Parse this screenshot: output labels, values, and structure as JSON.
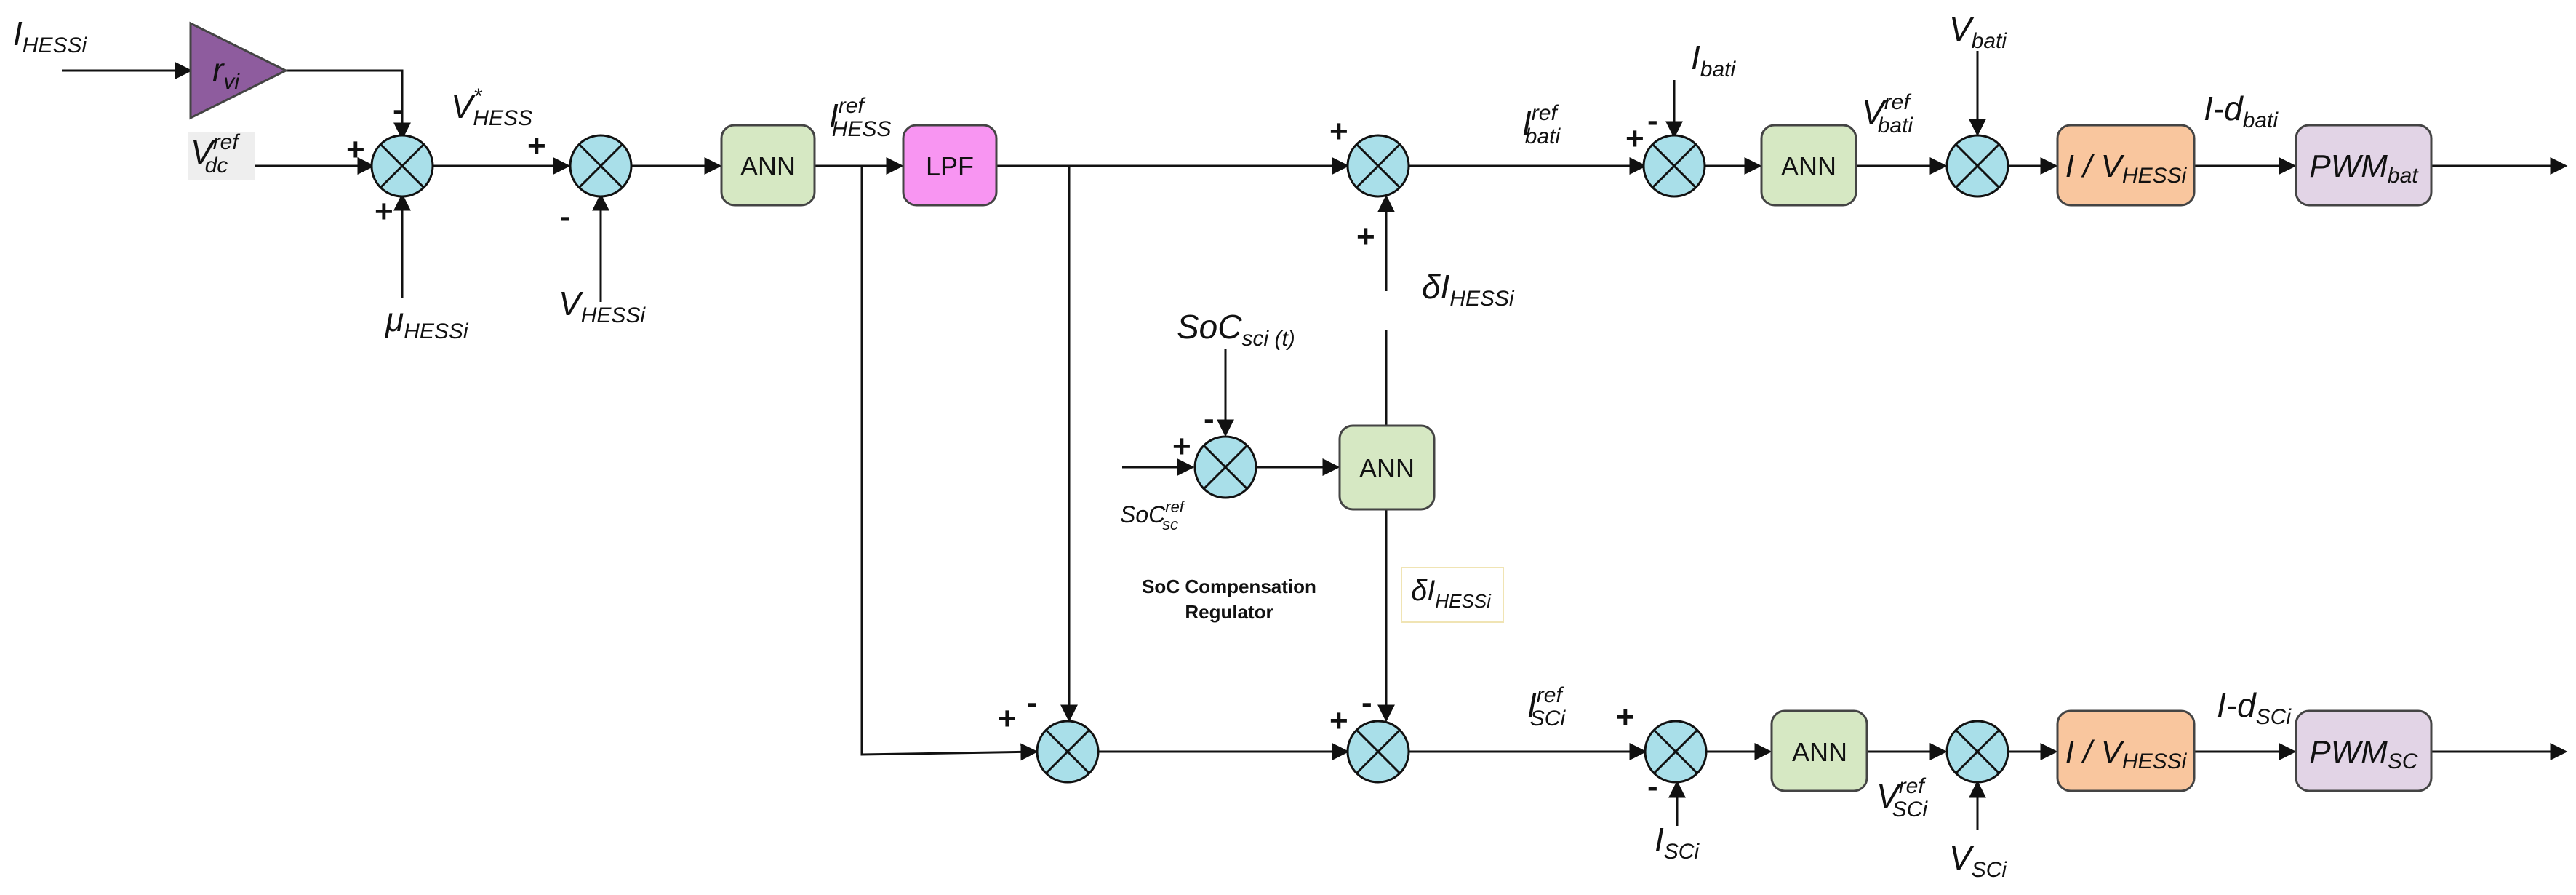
{
  "colors": {
    "ann": "#d6e8c3",
    "lpf": "#f895f2",
    "conv": "#f9c69e",
    "pwm": "#e2d4e6",
    "gain": "#8e5c9e",
    "sum": "#a9dfe9"
  },
  "signals": {
    "i_hess": {
      "main": "I",
      "sub": "HESSi"
    },
    "r_vi": {
      "main": "r",
      "sub": "vi"
    },
    "v_hess_star": {
      "main": "V",
      "sup": "*",
      "sub": "HESS"
    },
    "v_dc_ref": {
      "main": "V",
      "sup": "ref",
      "sub": "dc"
    },
    "mu_hess": {
      "main": "μ",
      "sub": "HESSi"
    },
    "v_hess": {
      "main": "V",
      "sub": "HESSi"
    },
    "i_hess_ref": {
      "main": "I",
      "sup": "ref",
      "sub": "HESS"
    },
    "i_bat_ref": {
      "main": "I",
      "sup": "ref",
      "sub": "bati"
    },
    "i_bat": {
      "main": "I",
      "sub": "bati"
    },
    "v_bat_ref": {
      "main": "V",
      "sup": "ref",
      "sub": "bati"
    },
    "v_bat": {
      "main": "V",
      "sub": "bati"
    },
    "d_bat": {
      "main": "I-d",
      "sub": "bati"
    },
    "delta_i_top": {
      "main": "δI",
      "sub": "HESSi"
    },
    "soc_sc_t": {
      "main": "SoC",
      "sub": "sci (t)"
    },
    "soc_sc_ref": {
      "main": "SoC",
      "sup": "ref",
      "sub": "sc"
    },
    "delta_i_bottom": {
      "main": "δI",
      "sub": "HESSi"
    },
    "i_sc_ref": {
      "main": "I",
      "sup": "ref",
      "sub": "SCi"
    },
    "i_sc": {
      "main": "I",
      "sub": "SCi"
    },
    "v_sc_ref": {
      "main": "V",
      "sup": "ref",
      "sub": "SCi"
    },
    "v_sc": {
      "main": "V",
      "sub": "SCi"
    },
    "d_sc": {
      "main": "I-d",
      "sub": "SCi"
    }
  },
  "blocks": {
    "ann": "ANN",
    "lpf": "LPF",
    "conv_main": "I / V",
    "conv_sub": "HESSi",
    "pwm_main": "PWM",
    "pwm_bat_sub": "bat",
    "pwm_sc_sub": "SC"
  },
  "signs": {
    "plus": "+",
    "minus": "-"
  },
  "notes": {
    "soc_regulator_line1": "SoC Compensation",
    "soc_regulator_line2": "Regulator"
  }
}
